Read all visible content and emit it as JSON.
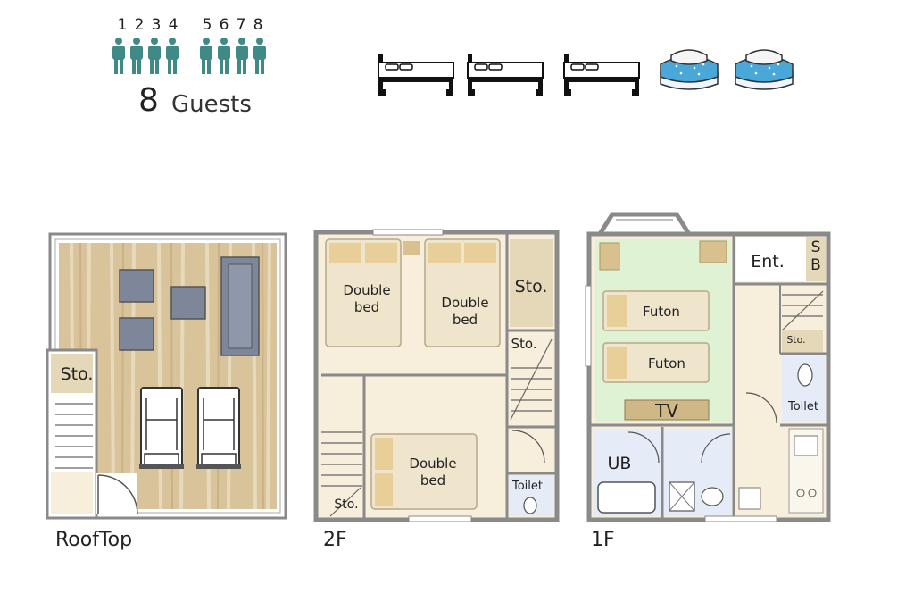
{
  "guests": {
    "numbers": [
      "1",
      "2",
      "3",
      "4",
      "5",
      "6",
      "7",
      "8"
    ],
    "count": "8",
    "word": "Guests"
  },
  "bedding_icons": [
    "bed-icon",
    "bed-icon",
    "bed-icon",
    "futon-icon",
    "futon-icon"
  ],
  "floors": {
    "rooftop": {
      "label": "RoofTop",
      "storage": "Sto."
    },
    "second": {
      "label": "2F",
      "rooms": {
        "double_bed_1": "Double\nbed",
        "double_bed_2": "Double\nbed",
        "double_bed_3": "Double\nbed",
        "storage_right": "Sto.",
        "storage_stair": "Sto.",
        "storage_bottom": "Sto.",
        "toilet": "Toilet"
      }
    },
    "first": {
      "label": "1F",
      "rooms": {
        "futon_1": "Futon",
        "futon_2": "Futon",
        "tv": "TV",
        "entrance": "Ent.",
        "shoe_box": "S\nB",
        "storage": "Sto.",
        "toilet": "Toilet",
        "bath": "UB"
      }
    }
  },
  "colors": {
    "wall": "#8a8a8a",
    "floor": "#f7eedc",
    "bed": "#eee5cc",
    "pillow": "#e8cf98",
    "tatami": "#dff2d3",
    "bath": "#e5ecf7",
    "wood": "#d9c39a",
    "person": "#3f8a87",
    "furniture": "#7d8799"
  }
}
